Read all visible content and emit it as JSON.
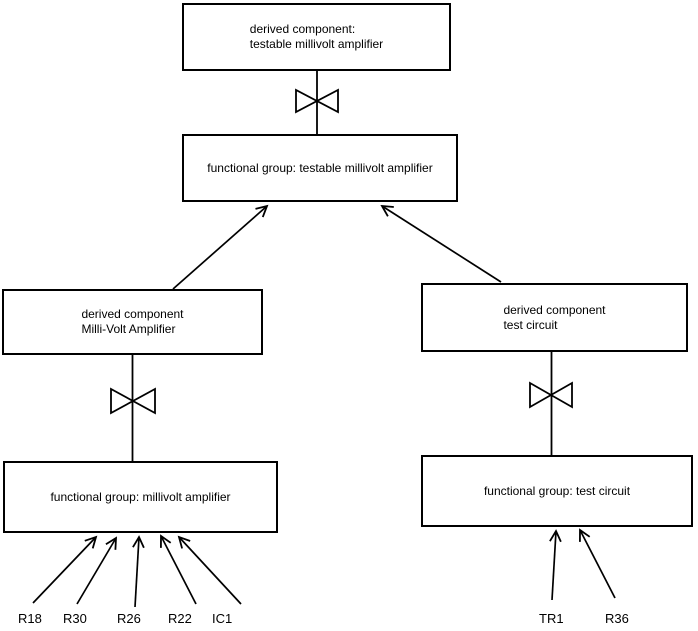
{
  "colors": {
    "background": "#ffffff",
    "line": "#000000",
    "text": "#000000",
    "node_fill": "#ffffff"
  },
  "icons": {
    "bowtie": "bowtie-connector-icon",
    "arrowhead": "open-arrowhead-icon"
  },
  "nodes": {
    "derived_testable": {
      "line1": "derived component:",
      "line2": "testable millivolt amplifier"
    },
    "fg_testable": {
      "line1": "functional group: testable millivolt amplifier"
    },
    "derived_millivolt": {
      "line1": "derived component",
      "line2": "Milli-Volt Amplifier"
    },
    "derived_test": {
      "line1": "derived component",
      "line2": "test circuit"
    },
    "fg_millivolt": {
      "line1": "functional group: millivolt amplifier"
    },
    "fg_test": {
      "line1": "functional group: test circuit"
    }
  },
  "component_labels": {
    "r18": "R18",
    "r30": "R30",
    "r26": "R26",
    "r22": "R22",
    "ic1": "IC1",
    "tr1": "TR1",
    "r36": "R36"
  }
}
